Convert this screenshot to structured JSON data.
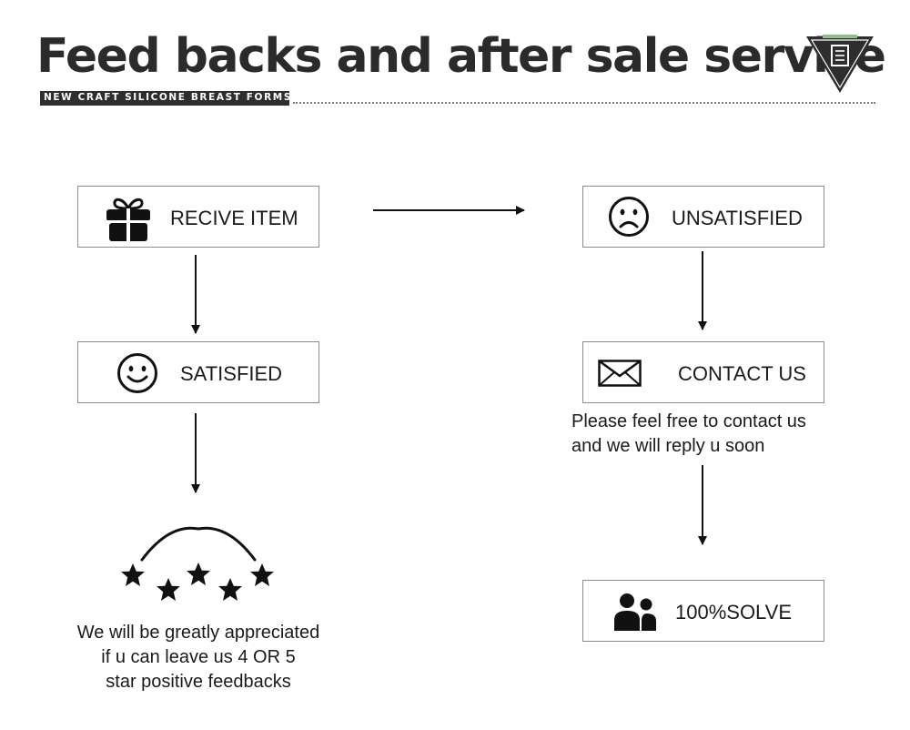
{
  "header": {
    "title": "Feed backs and after sale service",
    "subtitle": "NEW CRAFT SILICONE BREAST FORMS"
  },
  "flow": {
    "receive": {
      "label": "RECIVE ITEM",
      "icon": "gift-icon"
    },
    "satisfied": {
      "label": "SATISFIED",
      "icon": "smiley-icon"
    },
    "unsatisfied": {
      "label": "UNSATISFIED",
      "icon": "sad-face-icon"
    },
    "contact": {
      "label": "CONTACT US",
      "icon": "envelope-icon"
    },
    "contact_note": {
      "line1": "Please feel free to contact us",
      "line2": "and we will reply u soon"
    },
    "solve": {
      "label": "100%SOLVE",
      "icon": "people-icon"
    },
    "feedback_note": {
      "line1": "We will be greatly appreciated",
      "line2": "if u can leave us 4 OR 5",
      "line3": "star positive feedbacks"
    },
    "stars": {
      "icon": "five-stars-icon"
    }
  },
  "colors": {
    "text": "#1a1a1a",
    "title": "#2b2b2b",
    "box_border": "#8c8c8c",
    "logo_accent": "#8fbf8f"
  }
}
